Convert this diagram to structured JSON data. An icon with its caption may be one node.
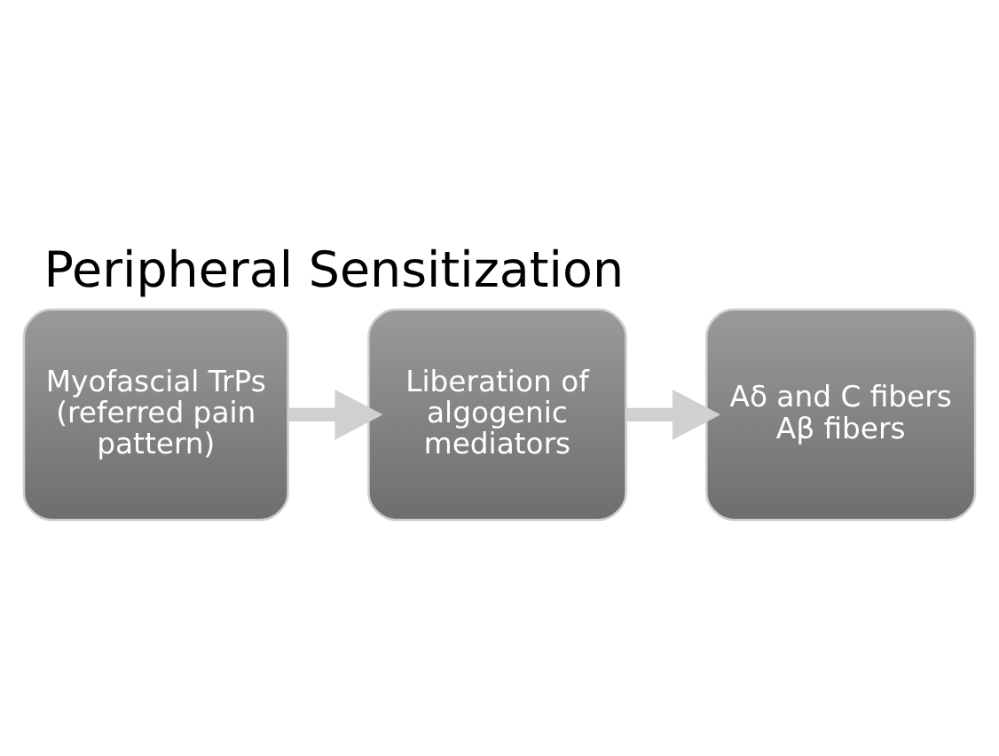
{
  "diagram": {
    "title": "Peripheral Sensitization",
    "nodes": [
      {
        "text": [
          "Myofascial TrPs",
          "(referred pain pattern)"
        ]
      },
      {
        "text": [
          "Liberation of algogenic mediators"
        ]
      },
      {
        "text": [
          "Aδ and C fibers",
          "Aβ fibers"
        ]
      }
    ],
    "edges": [
      {
        "from": 0,
        "to": 1,
        "arrow": "to"
      },
      {
        "from": 1,
        "to": 2,
        "arrow": "to"
      }
    ]
  }
}
